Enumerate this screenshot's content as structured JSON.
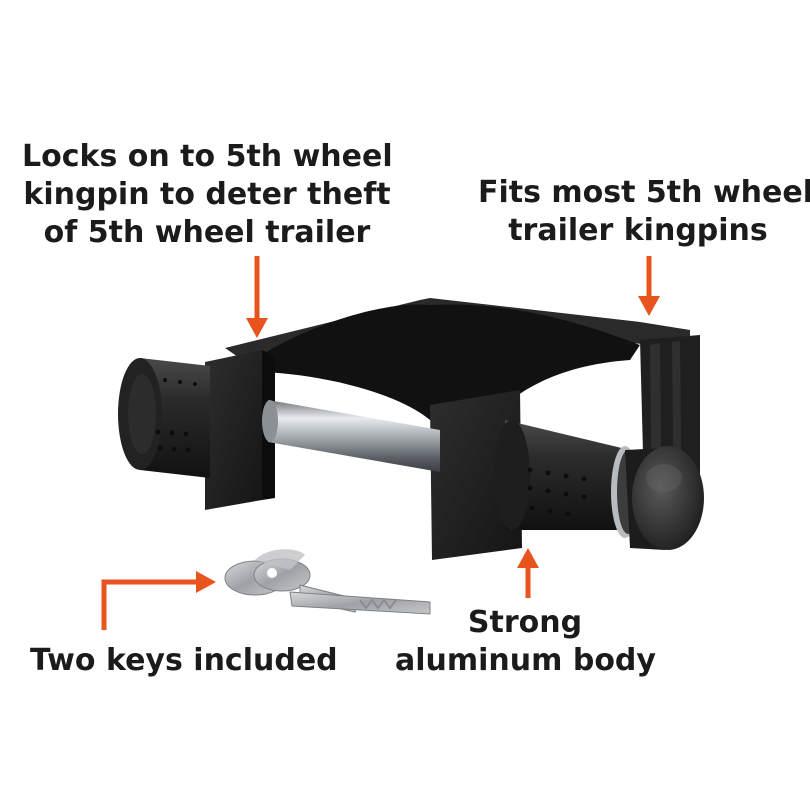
{
  "accent_color": "#e8531e",
  "product_body_color": "#1c1c1c",
  "callouts": {
    "locks": {
      "lines": [
        "Locks on to 5th wheel",
        "kingpin to deter theft",
        "of 5th wheel trailer"
      ]
    },
    "fits": {
      "lines": [
        "Fits most 5th wheel",
        "trailer kingpins"
      ]
    },
    "strong": {
      "lines": [
        "Strong",
        "aluminum body"
      ]
    },
    "keys": {
      "lines": [
        "Two keys included"
      ]
    }
  },
  "icons": {
    "arrow": "orange-arrow-icon",
    "product": "kingpin-lock-image",
    "keys": "keys-image"
  }
}
